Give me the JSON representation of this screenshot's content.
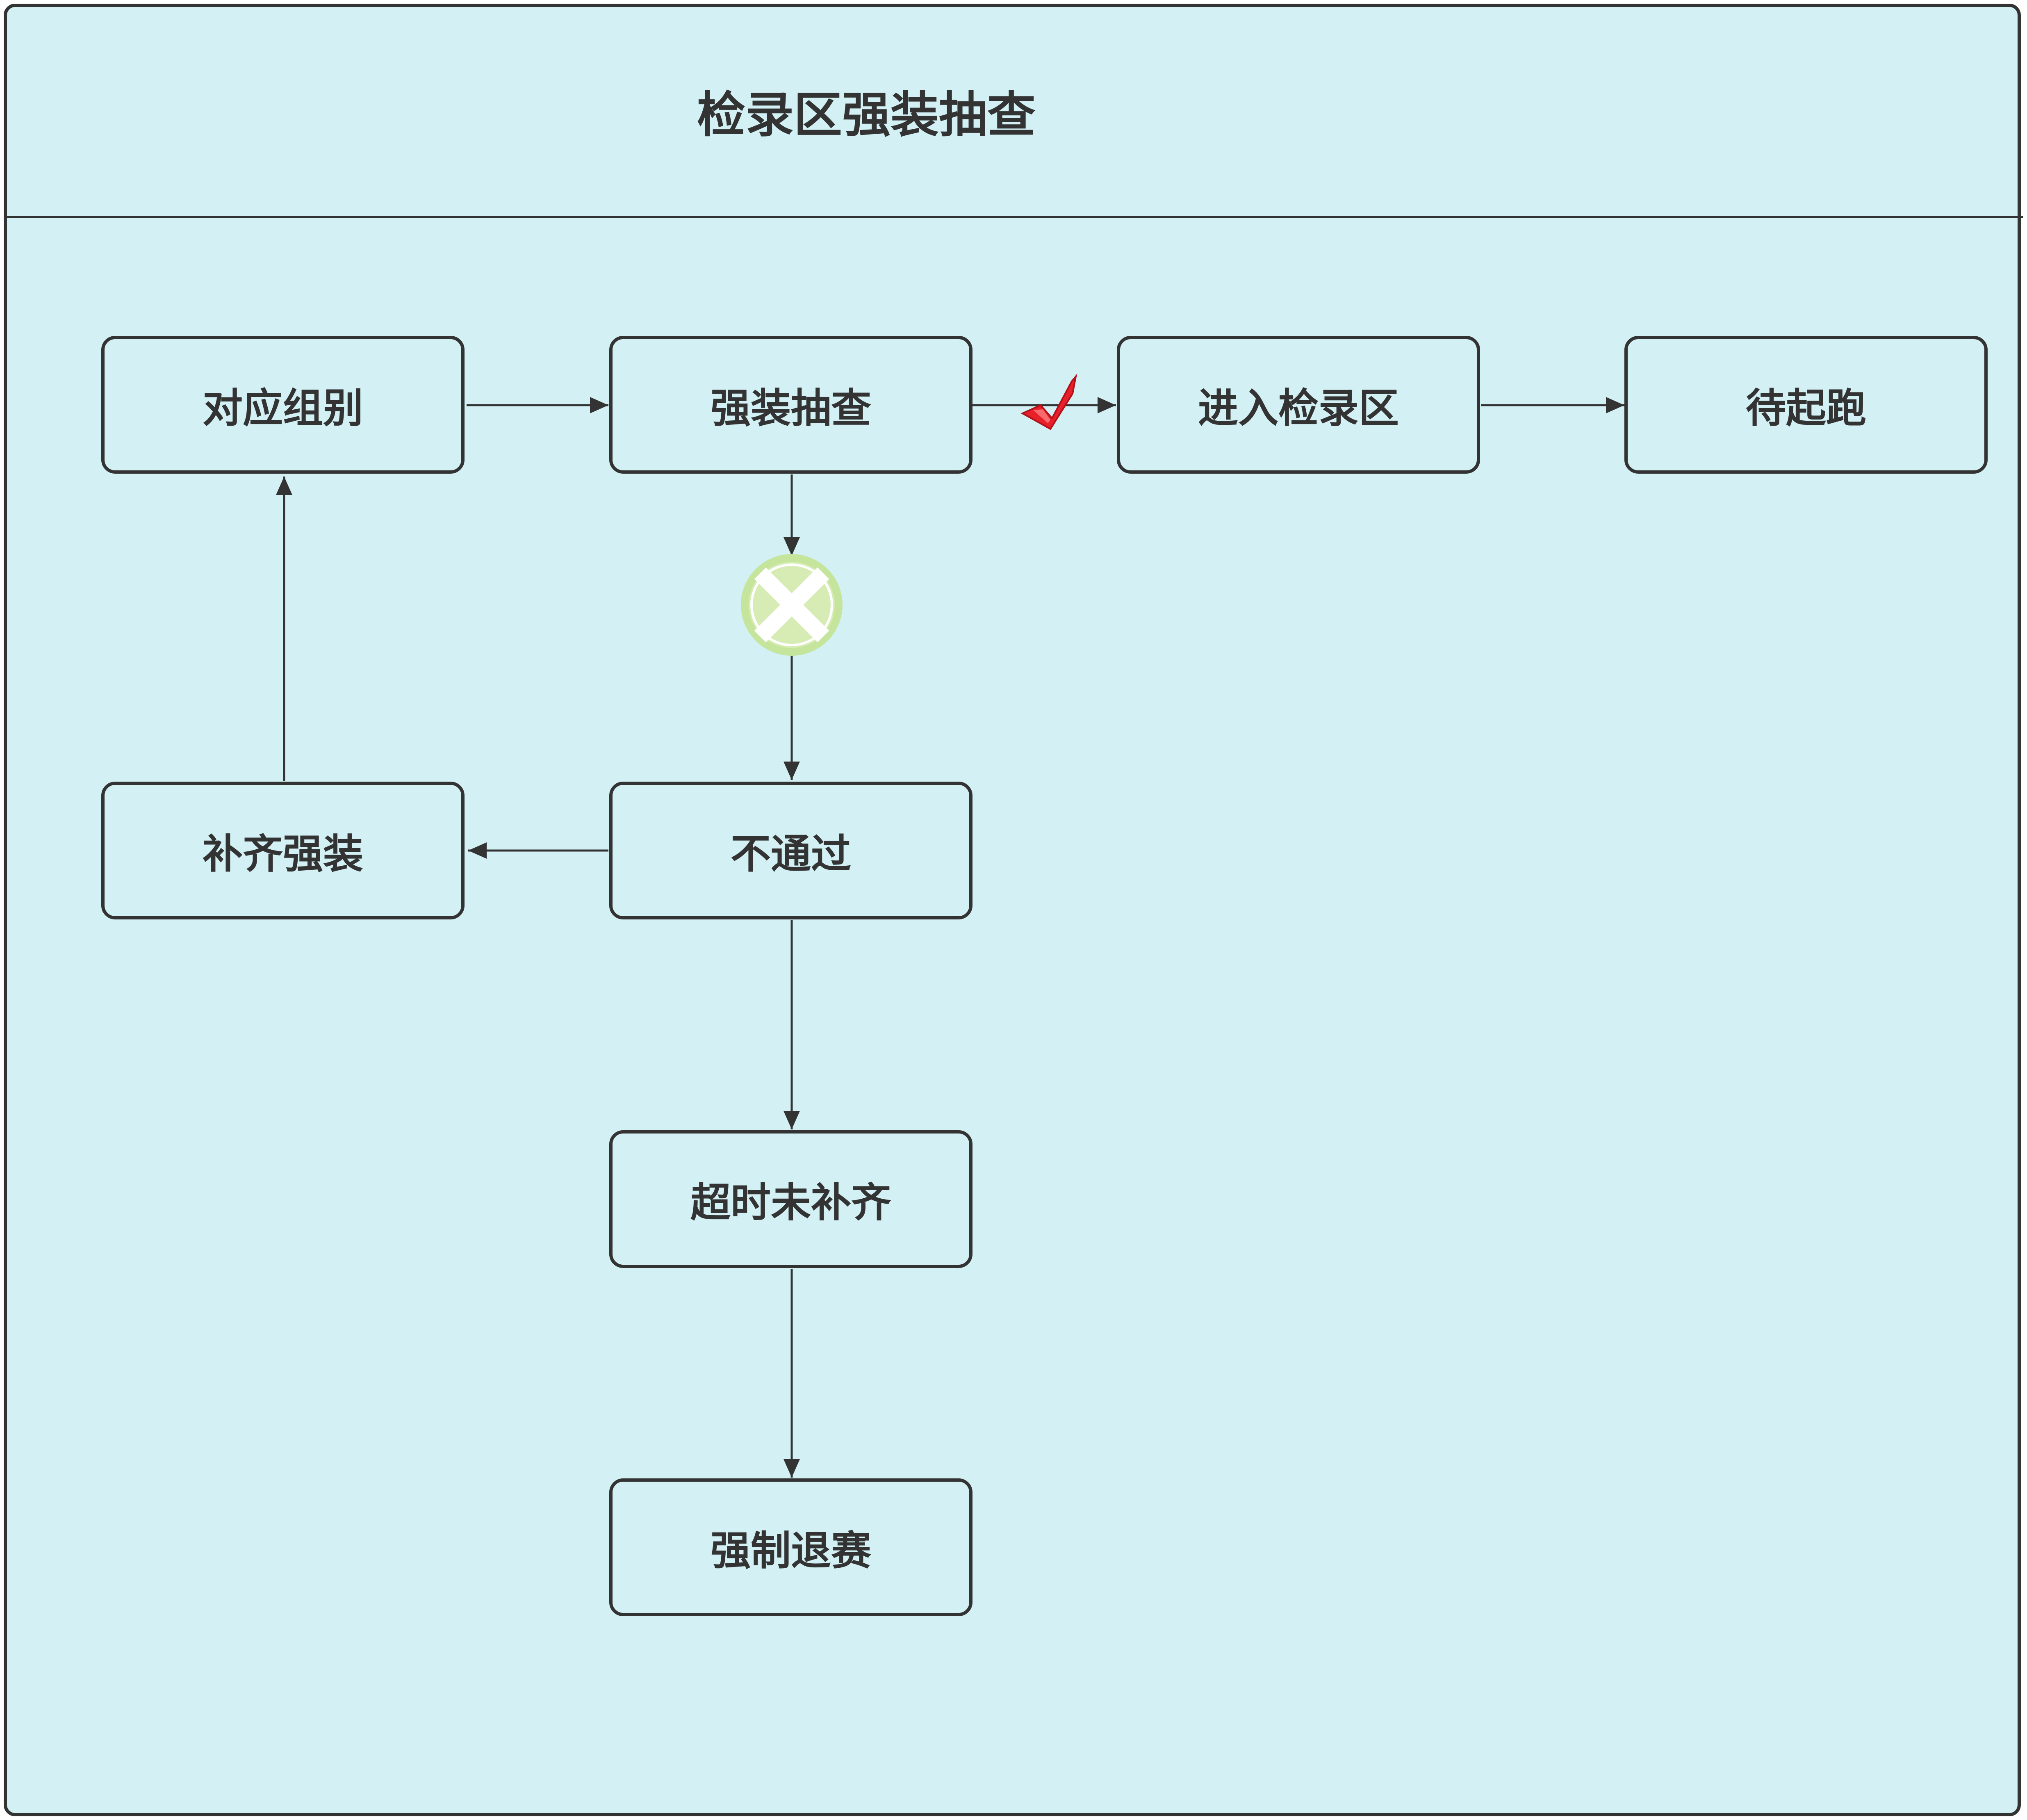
{
  "diagram": {
    "title": "检录区强装抽查",
    "nodes": {
      "group": "对应组别",
      "inspect": "强装抽查",
      "enter_area": "进入检录区",
      "wait_start": "待起跑",
      "fail": "不通过",
      "supplement": "补齐强装",
      "timeout": "超时未补齐",
      "withdraw": "强制退赛"
    },
    "icons": {
      "pass": "check-mark-icon",
      "reject": "reject-x-icon"
    },
    "colors": {
      "background": "#d3f1f5",
      "border": "#333333",
      "text": "#333333",
      "check": "#e8202a",
      "reject_fill": "#c6e59c"
    }
  }
}
